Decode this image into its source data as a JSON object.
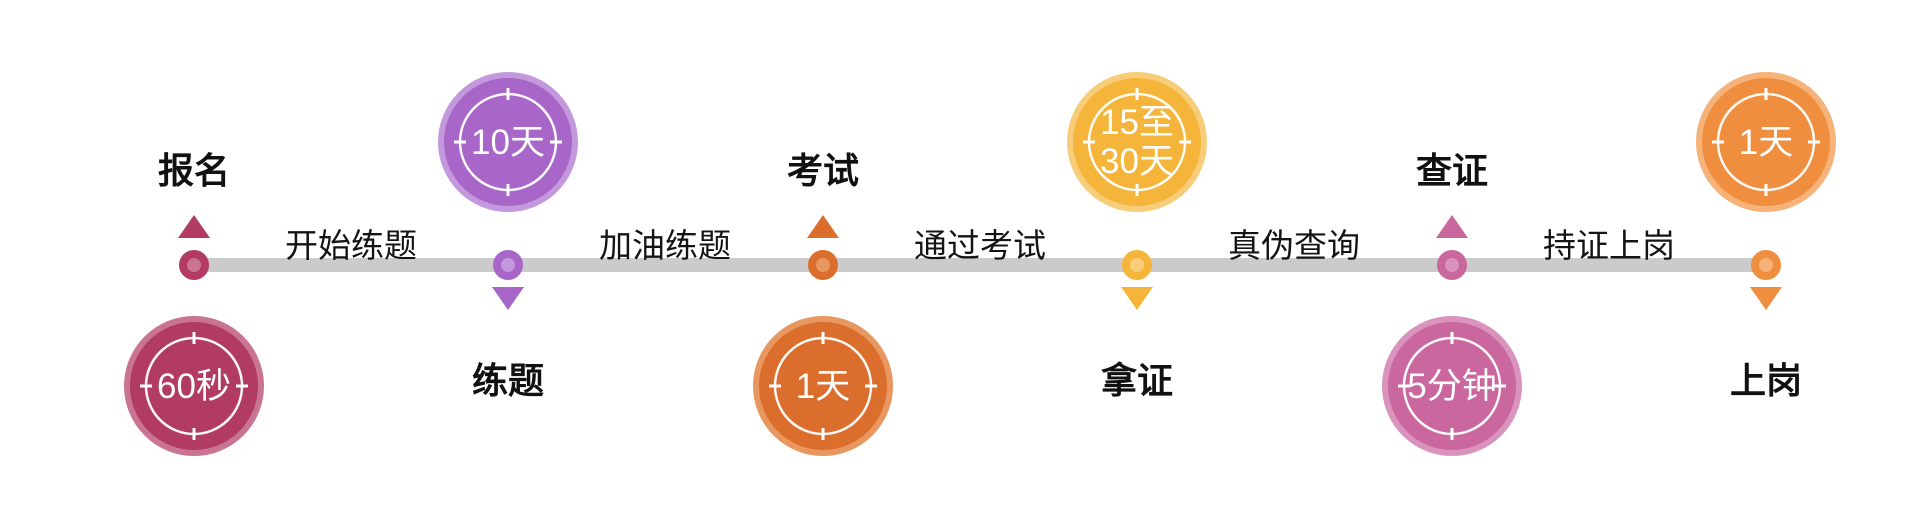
{
  "page": {
    "background": "#ffffff",
    "bar_color": "#cbcbcb",
    "text_color": "#111111"
  },
  "nodes": [
    {
      "label": "报名",
      "duration": "60秒",
      "clock_position": "below",
      "color": "#b13b63",
      "color_light": "#c97492"
    },
    {
      "label": "练题",
      "duration": "10天",
      "clock_position": "above",
      "color": "#a766c8",
      "color_light": "#c498dc"
    },
    {
      "label": "考试",
      "duration": "1天",
      "clock_position": "below",
      "color": "#dc6e2d",
      "color_light": "#e7975f"
    },
    {
      "label": "拿证",
      "duration": "15至\n30天",
      "clock_position": "above",
      "color": "#f4b53a",
      "color_light": "#f8cd79"
    },
    {
      "label": "查证",
      "duration": "5分钟",
      "clock_position": "below",
      "color": "#c9679e",
      "color_light": "#da93bc"
    },
    {
      "label": "上岗",
      "duration": "1天",
      "clock_position": "above",
      "color": "#ef8e3e",
      "color_light": "#f5b279"
    }
  ],
  "segments": [
    {
      "label": "开始练题"
    },
    {
      "label": "加油练题"
    },
    {
      "label": "通过考试"
    },
    {
      "label": "真伪查询"
    },
    {
      "label": "持证上岗"
    }
  ]
}
